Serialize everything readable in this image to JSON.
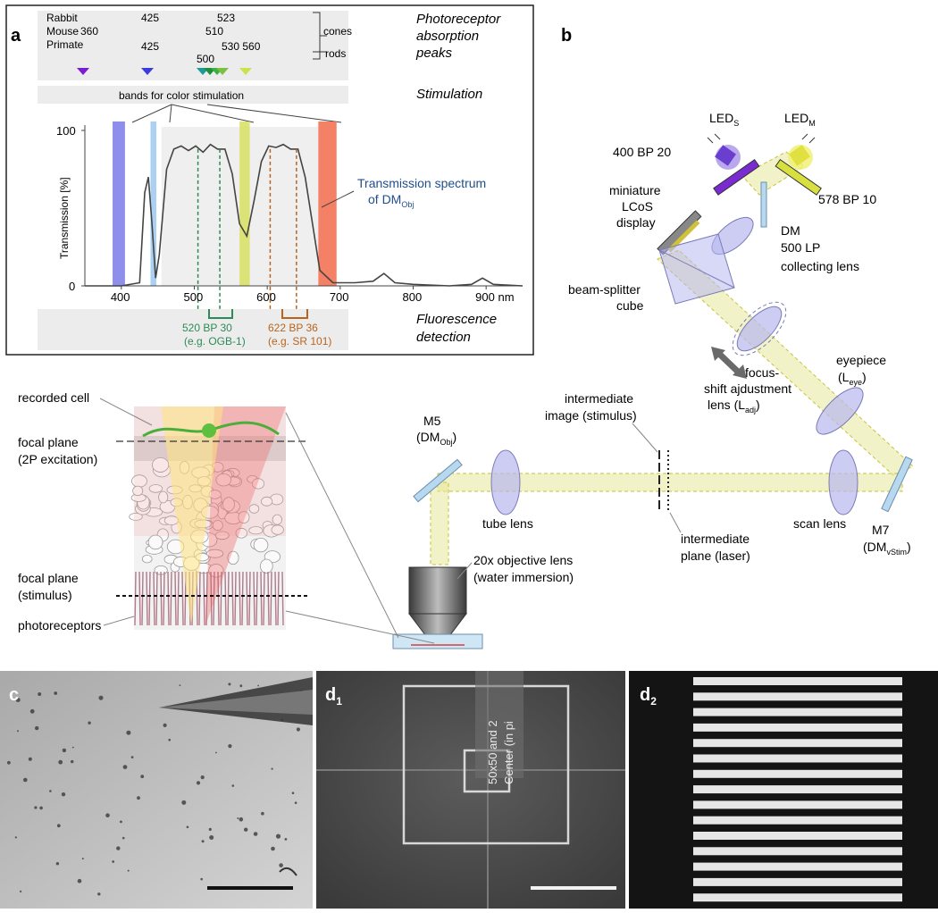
{
  "panel_a": {
    "label": "a",
    "species": [
      "Rabbit",
      "Mouse",
      "Primate"
    ],
    "peaks": {
      "rabbit": [
        "425",
        "523"
      ],
      "mouse": [
        "360",
        "510"
      ],
      "primate": [
        "425",
        "530 560"
      ],
      "rods": "500"
    },
    "cones_label": "cones",
    "rods_label": "rods",
    "section_photoreceptor": [
      "Photoreceptor",
      "absorption",
      "peaks"
    ],
    "section_stimulation": "Stimulation",
    "section_fluorescence": [
      "Fluorescence",
      "detection"
    ],
    "bands_label": "bands for color stimulation",
    "ylabel": "Transmission [%]",
    "y_ticks": [
      "0",
      "100"
    ],
    "x_ticks": [
      "400",
      "500",
      "600",
      "700",
      "800",
      "900 nm"
    ],
    "spectrum_label_1": "Transmission spectrum",
    "spectrum_label_2": "of DM",
    "spectrum_label_sub": "Obj",
    "green_filter": [
      "520 BP 30",
      "(e.g. OGB-1)"
    ],
    "orange_filter": [
      "622 BP 36",
      "(e.g. SR 101)"
    ],
    "colors": {
      "band_violet": "#7b7be8",
      "band_blue": "#9cc8f0",
      "band_yellow": "#d8e060",
      "band_red": "#f26a4a",
      "green_filter": "#2e8b57",
      "orange_filter": "#b8641e",
      "spectrum_label": "#1f4e8c"
    }
  },
  "panel_b": {
    "label": "b",
    "led_s": "LED",
    "led_s_sub": "S",
    "led_m": "LED",
    "led_m_sub": "M",
    "filter_400": "400 BP 20",
    "filter_578": "578 BP 10",
    "lcos": [
      "miniature",
      "LCoS",
      "display"
    ],
    "dm": [
      "DM",
      "500 LP"
    ],
    "collecting_lens": "collecting lens",
    "beam_splitter": [
      "beam-splitter",
      "cube"
    ],
    "eyepiece": [
      "eyepiece",
      "(L",
      "eye",
      ")"
    ],
    "focus_shift": [
      "focus-",
      "shift ajdustment",
      "lens (L",
      "adj",
      ")"
    ],
    "intermediate_image": [
      "intermediate",
      "image (stimulus)"
    ],
    "intermediate_plane": [
      "intermediate",
      "plane (laser)"
    ],
    "m5": [
      "M5",
      "(DM",
      "Obj",
      ")"
    ],
    "m7": [
      "M7",
      "(DM",
      "vStim",
      ")"
    ],
    "tube_lens": "tube lens",
    "scan_lens": "scan lens",
    "objective": [
      "20x objective lens",
      "(water immersion)"
    ]
  },
  "retina": {
    "recorded_cell": "recorded cell",
    "focal_plane_2p": [
      "focal plane",
      "(2P excitation)"
    ],
    "focal_plane_stim": [
      "focal plane",
      "(stimulus)"
    ],
    "photoreceptors": "photoreceptors"
  },
  "panel_c": {
    "label": "c"
  },
  "panel_d1": {
    "label": "d",
    "sub": "1",
    "overlay_text": [
      "50x50 and 2",
      "Center (in pi"
    ]
  },
  "panel_d2": {
    "label": "d",
    "sub": "2"
  }
}
